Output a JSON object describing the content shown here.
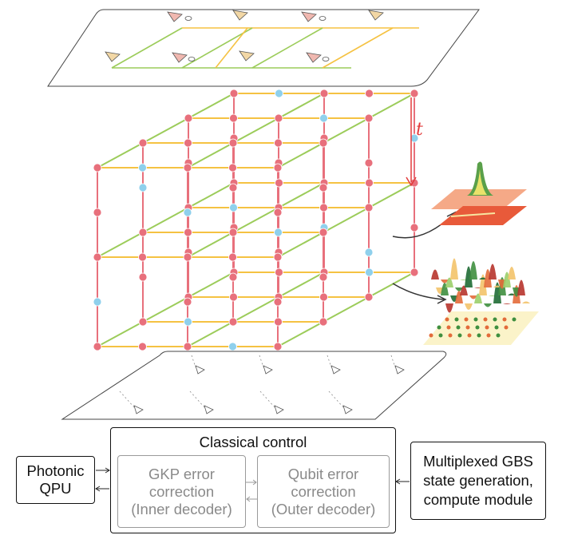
{
  "time_axis": {
    "label": "t"
  },
  "classical_control": {
    "title": "Classical control",
    "gkp": "GKP error\ncorrection\n(Inner decoder)",
    "qubit": "Qubit error\ncorrection\n(Outer decoder)"
  },
  "photonic_qpu": "Photonic\nQPU",
  "gbs": "Multiplexed GBS\nstate generation,\ncompute module",
  "colors": {
    "node_red": "#e8707c",
    "node_blue": "#8fd0ec",
    "edge_red": "#e8707c",
    "edge_green": "#9ccc5a",
    "edge_yellow": "#f5c242",
    "arrow_red": "#e23b3b"
  }
}
